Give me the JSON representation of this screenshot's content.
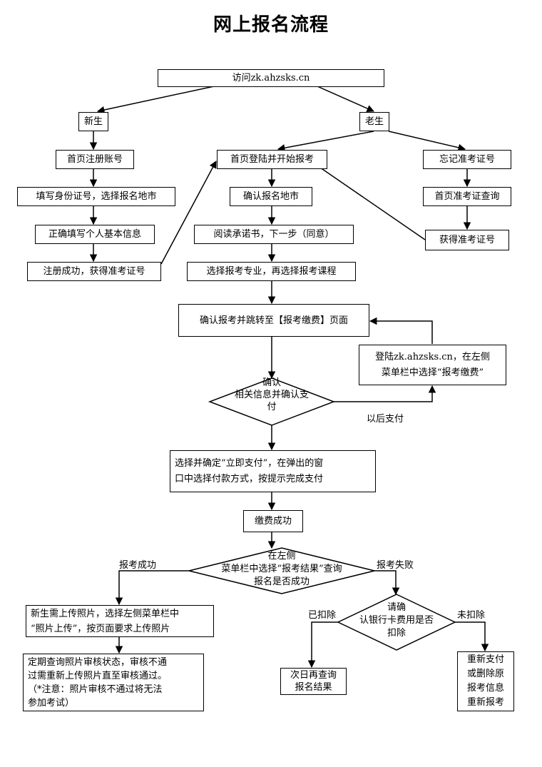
{
  "title": "网上报名流程",
  "nodes": {
    "visit": "访问zk.ahzsks.cn",
    "new_student": "新生",
    "old_student": "老生",
    "register_account": "首页注册账号",
    "fill_id": "填写身份证号，选择报名地市",
    "fill_info": "正确填写个人基本信息",
    "register_success": "注册成功，获得准考证号",
    "login_start": "首页登陆并开始报考",
    "confirm_city": "确认报名地市",
    "read_promise": "阅读承诺书，下一步（同意）",
    "choose_major": "选择报考专业，再选择报考课程",
    "forgot_ticket": "忘记准考证号",
    "query_ticket": "首页准考证查询",
    "get_ticket": "获得准考证号",
    "confirm_jump": "确认报考并跳转至【报考缴费】页面",
    "later_login_1": "登陆zk.ahzsks.cn，在左侧",
    "later_login_2": "菜单栏中选择“报考缴费”",
    "pay_now_1": "选择并确定“立即支付”，在弹出的窗",
    "pay_now_2": "口中选择付款方式，按提示完成支付",
    "pay_success": "缴费成功",
    "upload_photo_1": "新生需上传照片，选择左侧菜单栏中",
    "upload_photo_2": "“照片上传”，按页面要求上传照片",
    "check_photo_1": "定期查询照片审核状态，审核不通",
    "check_photo_2": "过需重新上传照片直至审核通过。",
    "check_photo_3": "（*注意：照片审核不通过将无法",
    "check_photo_4": "参加考试）",
    "next_day_1": "次日再查询",
    "next_day_2": "报名结果",
    "repay_1": "重新支付",
    "repay_2": "或删除原",
    "repay_3": "报考信息",
    "repay_4": "重新报考"
  },
  "decisions": {
    "confirm_pay_1": "确认",
    "confirm_pay_2": "相关信息并确认支",
    "confirm_pay_3": "付",
    "check_result_1": "在左侧",
    "check_result_2": "菜单栏中选择“报考结果”查询",
    "check_result_3": "报名是否成功",
    "check_bank_1": "请确",
    "check_bank_2": "认银行卡费用是否",
    "check_bank_3": "扣除"
  },
  "edge_labels": {
    "pay_later": "以后支付",
    "apply_success": "报考成功",
    "apply_fail": "报考失败",
    "deducted": "已扣除",
    "not_deducted": "未扣除"
  }
}
